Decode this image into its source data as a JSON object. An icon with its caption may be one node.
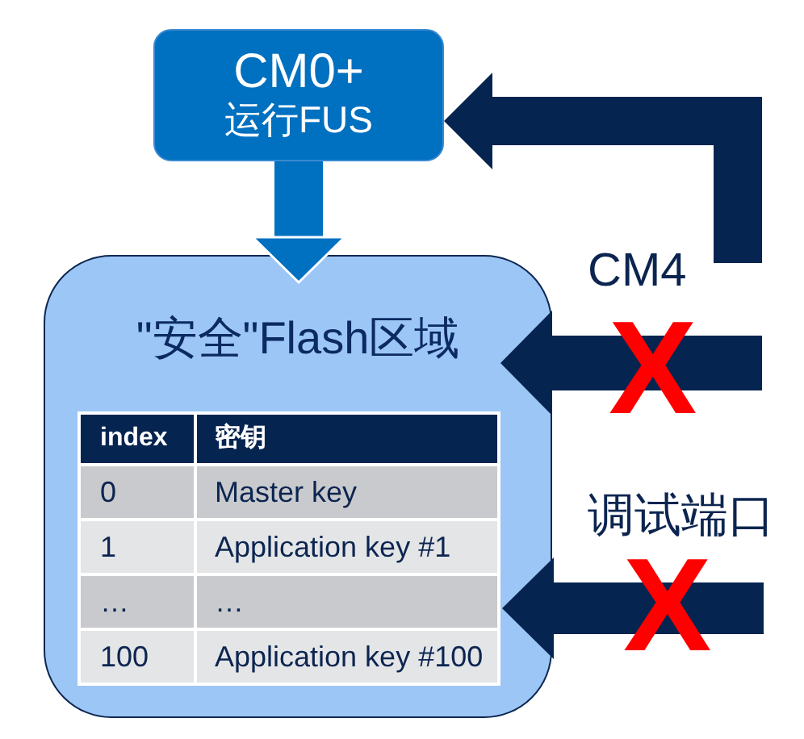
{
  "diagram": {
    "nodes": [
      {
        "text": [
          "CM0+",
          "运行FUS"
        ]
      },
      {
        "text": [
          "\"安全\"Flash区域"
        ]
      }
    ],
    "edges": [
      {
        "from": 0,
        "to": 1,
        "arrow": "to",
        "color": "#0070c0"
      },
      {
        "from": null,
        "to": 0,
        "arrow": "to"
      },
      {
        "from": null,
        "to": 1,
        "arrow": "to"
      },
      {
        "from": null,
        "to": 1,
        "arrow": "to"
      }
    ],
    "labels": [
      "CM4",
      "X",
      "调试端口",
      "X",
      "index",
      "密钥",
      "0",
      "Master key",
      "1",
      "Application key #1",
      "…",
      "…",
      "100",
      "Application key #100"
    ]
  }
}
